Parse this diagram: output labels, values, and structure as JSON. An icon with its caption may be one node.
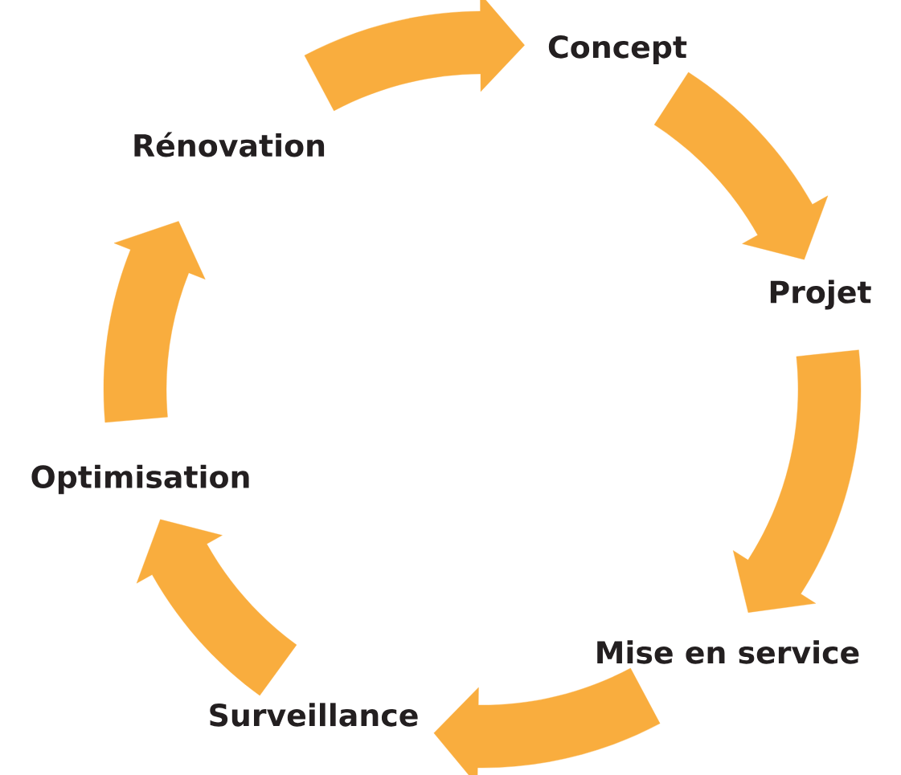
{
  "diagram": {
    "nodes": [
      {
        "text": [
          "Concept"
        ]
      },
      {
        "text": [
          "Projet"
        ]
      },
      {
        "text": [
          "Mise en service"
        ]
      },
      {
        "text": [
          "Surveillance"
        ]
      },
      {
        "text": [
          "Optimisation"
        ]
      },
      {
        "text": [
          "Rénovation"
        ]
      }
    ],
    "edges": [
      {
        "from": 0,
        "to": 1,
        "arrow": "to"
      },
      {
        "from": 1,
        "to": 2,
        "arrow": "to"
      },
      {
        "from": 2,
        "to": 3,
        "arrow": "to"
      },
      {
        "from": 3,
        "to": 4,
        "arrow": "to"
      },
      {
        "from": 4,
        "to": 5,
        "arrow": "to"
      },
      {
        "from": 5,
        "to": 0,
        "arrow": "to"
      }
    ]
  }
}
